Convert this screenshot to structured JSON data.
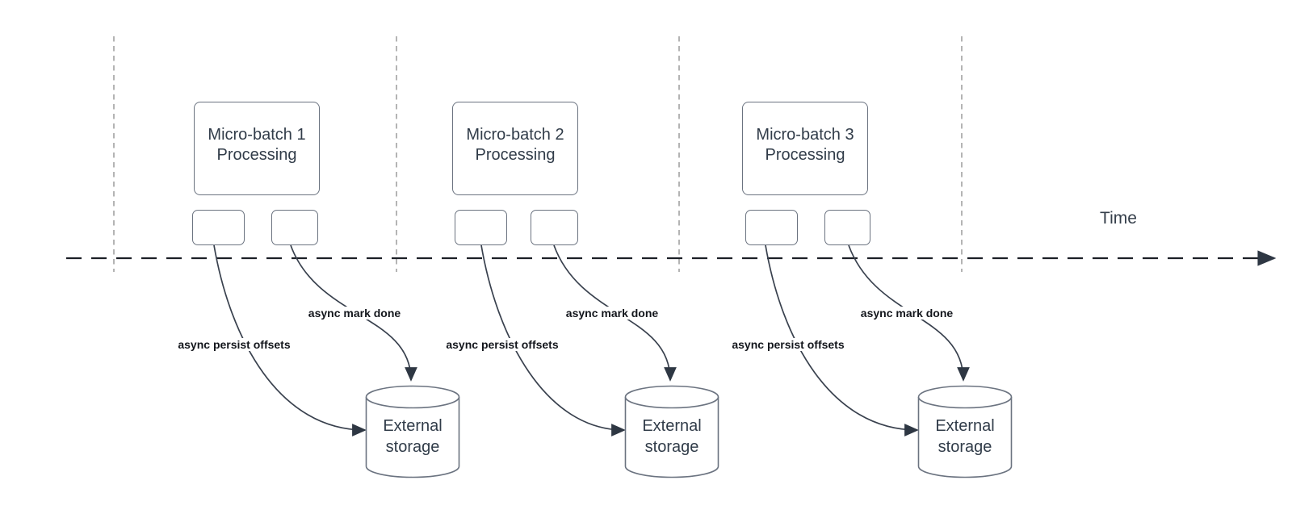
{
  "time_label": "Time",
  "batches": [
    {
      "title_line1": "Micro-batch 1",
      "title_line2": "Processing",
      "persist_label": "async persist offsets",
      "mark_done_label": "async mark done",
      "storage_line1": "External",
      "storage_line2": "storage"
    },
    {
      "title_line1": "Micro-batch 2",
      "title_line2": "Processing",
      "persist_label": "async persist offsets",
      "mark_done_label": "async mark done",
      "storage_line1": "External",
      "storage_line2": "storage"
    },
    {
      "title_line1": "Micro-batch 3",
      "title_line2": "Processing",
      "persist_label": "async persist offsets",
      "mark_done_label": "async mark done",
      "storage_line1": "External",
      "storage_line2": "storage"
    }
  ],
  "colors": {
    "background": "#ffffff",
    "guide_line": "#acacac",
    "timeline": "#1b1f26",
    "connector": "#39414e",
    "arrowhead": "#2e3743",
    "shape_border": "#6b7380",
    "shape_text": "#313c49",
    "label_text": "#13161c"
  }
}
